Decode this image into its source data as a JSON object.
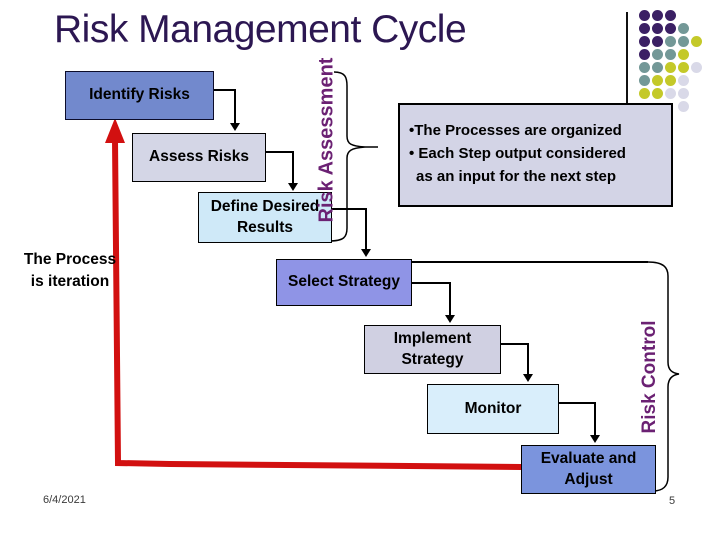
{
  "slide": {
    "title": "Risk Management Cycle",
    "footer_date": "6/4/2021",
    "page_number": "5"
  },
  "flow_boxes": {
    "identify": {
      "label": "Identify Risks",
      "fill": "#7289cd"
    },
    "assess": {
      "label": "Assess Risks",
      "fill": "#d4d6e6"
    },
    "define": {
      "label": "Define Desired\nResults",
      "fill": "#cfe9f8"
    },
    "select": {
      "label": "Select Strategy",
      "fill": "#8f94e6"
    },
    "implement": {
      "label": "Implement\nStrategy",
      "fill": "#d0d0e2"
    },
    "monitor": {
      "label": "Monitor",
      "fill": "#d9eefb"
    },
    "evaluate": {
      "label": "Evaluate and\nAdjust",
      "fill": "#7b94dd"
    }
  },
  "side_labels": {
    "risk_assessment": "Risk Assessment",
    "risk_control": "Risk Control"
  },
  "annotations": {
    "process_note": "The Process\nis iteration",
    "callout_lines": [
      "•The Processes are organized",
      "• Each Step output considered",
      "as an input for the next step"
    ]
  },
  "colors": {
    "title_text": "#2c1752",
    "side_label_text": "#6b2173",
    "iteration_arrow_red": "#d21010",
    "connector_black": "#000000"
  },
  "decor": {
    "dot_grid": {
      "cols": [
        644,
        657,
        670,
        683,
        696
      ],
      "rows": [
        15,
        28,
        41,
        54,
        67,
        80,
        93,
        106
      ],
      "cells": [
        "PPP..",
        "PPPT.",
        "PPTTY",
        "PTTY.",
        "TTYYL",
        "TYYL.",
        "YYLL.",
        "...L."
      ],
      "palette": {
        "P": "#3b2064",
        "T": "#739897",
        "Y": "#c4c929",
        "L": "#d9d9e8"
      }
    }
  }
}
